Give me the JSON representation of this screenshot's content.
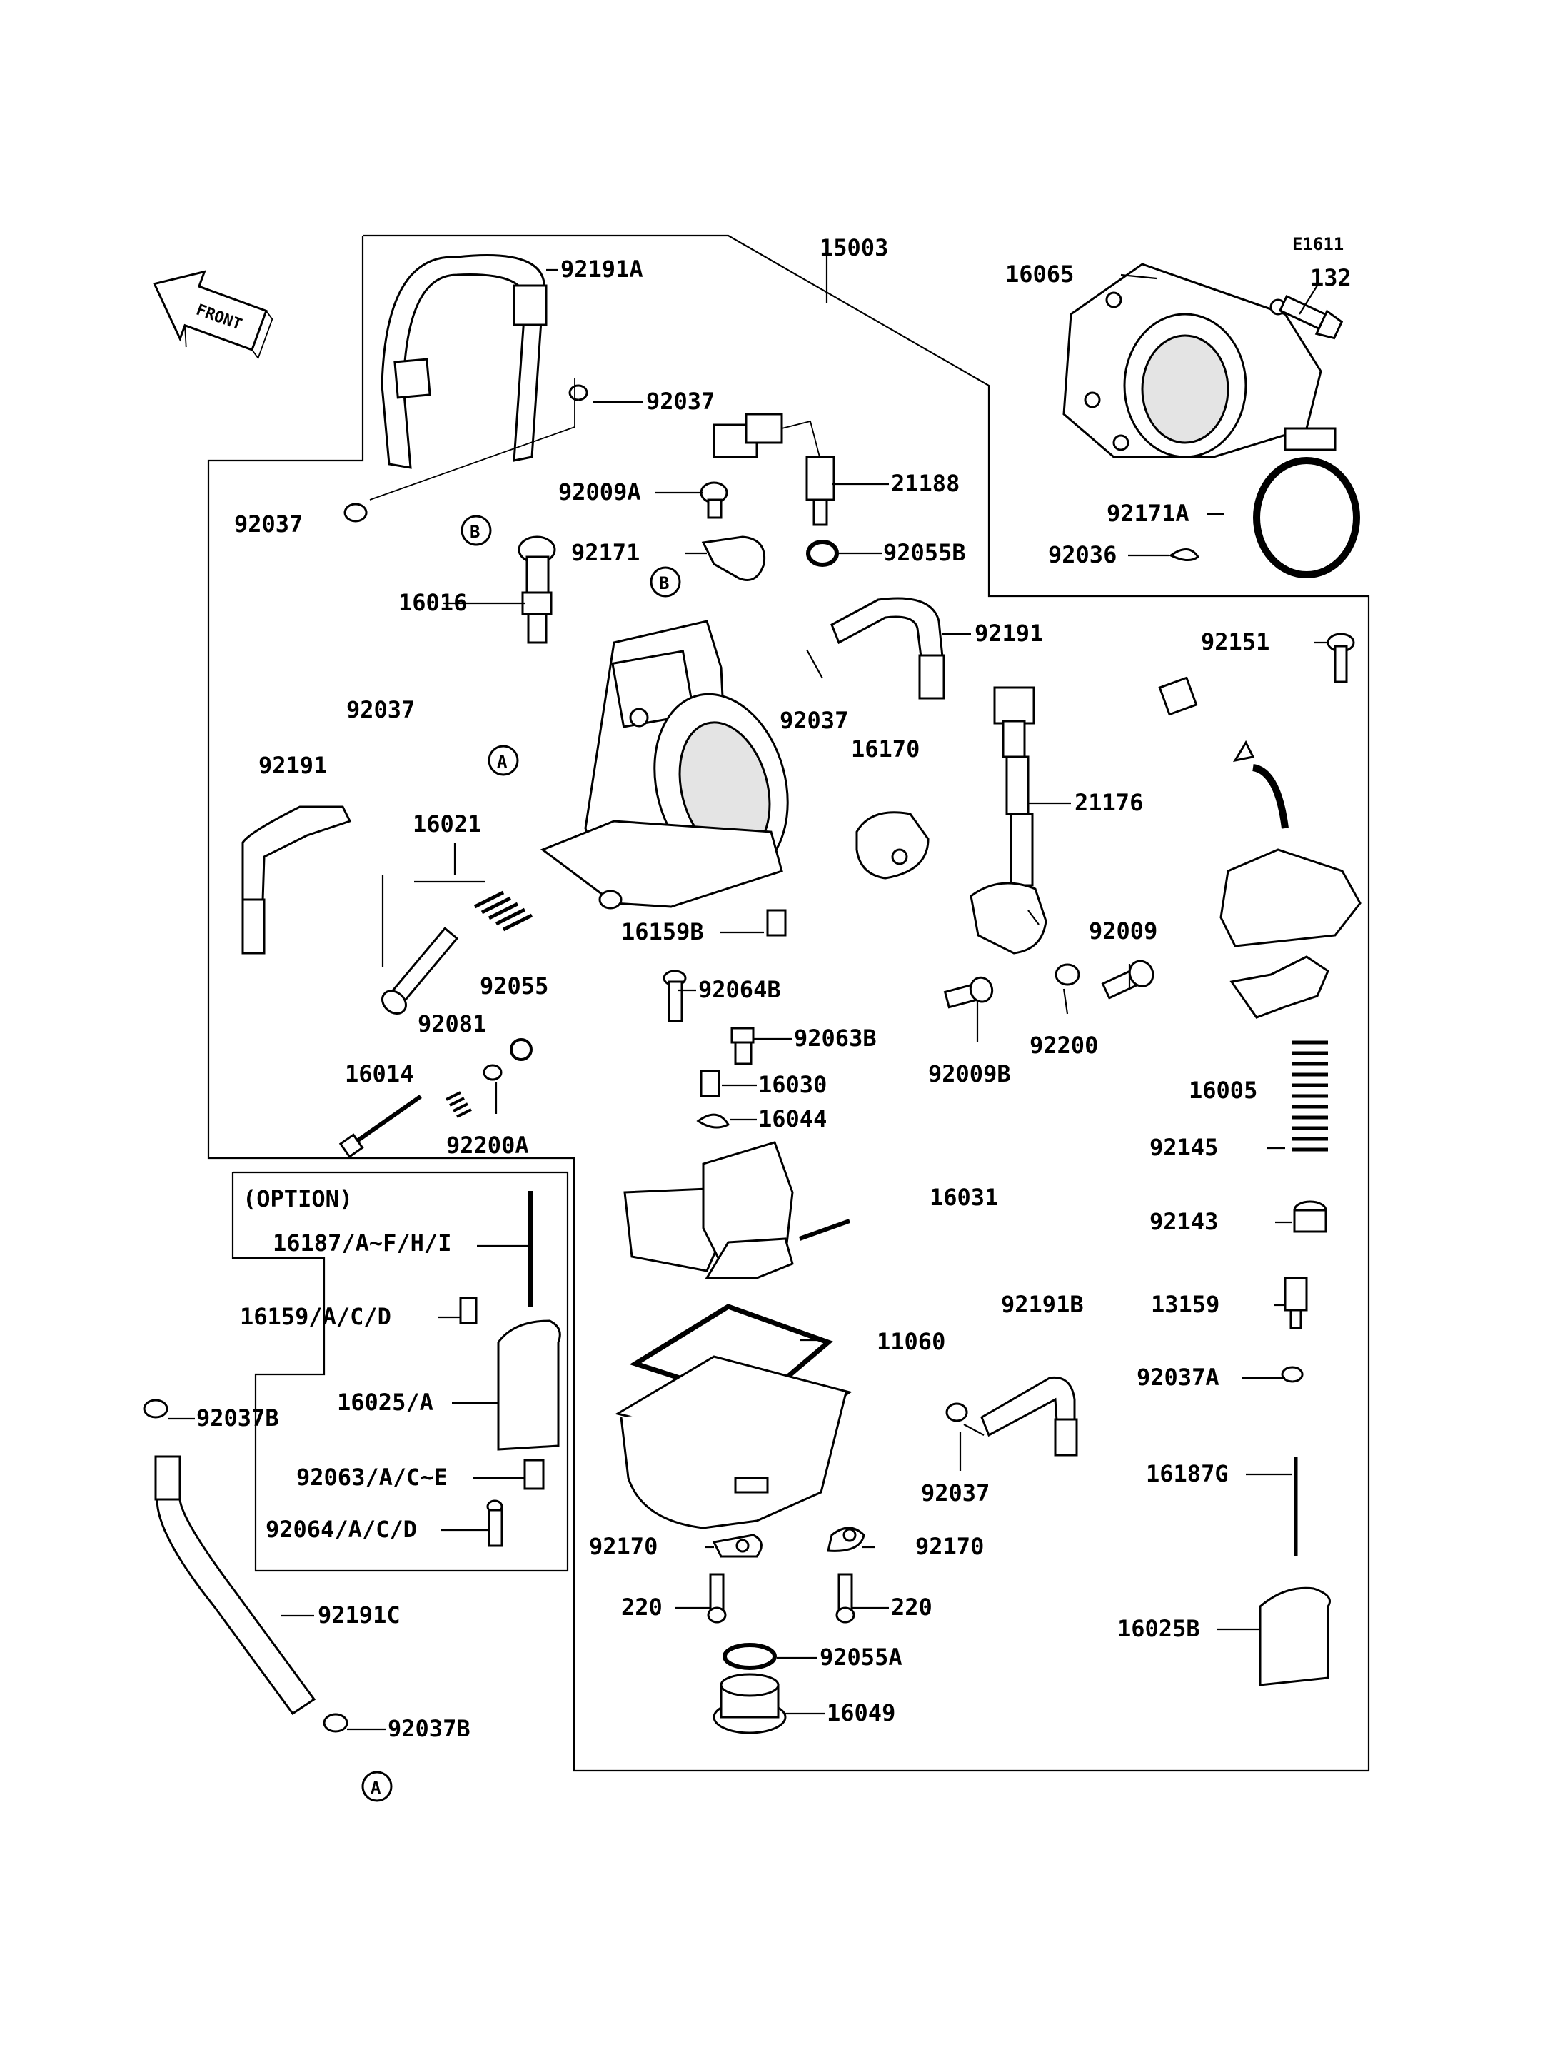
{
  "diagram_code": "E1611",
  "front_label": "FRONT",
  "option_label": "(OPTION)",
  "callouts": {
    "A": "A",
    "B": "B"
  },
  "labels": [
    {
      "id": "p15003",
      "text": "15003"
    },
    {
      "id": "p16065",
      "text": "16065"
    },
    {
      "id": "p132",
      "text": "132"
    },
    {
      "id": "p92191A",
      "text": "92191A"
    },
    {
      "id": "p92037_a",
      "text": "92037"
    },
    {
      "id": "p92009A",
      "text": "92009A"
    },
    {
      "id": "p21188",
      "text": "21188"
    },
    {
      "id": "p92037_b",
      "text": "92037"
    },
    {
      "id": "p92171",
      "text": "92171"
    },
    {
      "id": "p92055B",
      "text": "92055B"
    },
    {
      "id": "p92171A",
      "text": "92171A"
    },
    {
      "id": "p92036",
      "text": "92036"
    },
    {
      "id": "p16016",
      "text": "16016"
    },
    {
      "id": "p92191_a",
      "text": "92191"
    },
    {
      "id": "p92151",
      "text": "92151"
    },
    {
      "id": "p92037_c",
      "text": "92037"
    },
    {
      "id": "p92037_d",
      "text": "92037"
    },
    {
      "id": "p16170",
      "text": "16170"
    },
    {
      "id": "p92191_b",
      "text": "92191"
    },
    {
      "id": "p21176",
      "text": "21176"
    },
    {
      "id": "p16021",
      "text": "16021"
    },
    {
      "id": "p16159B",
      "text": "16159B"
    },
    {
      "id": "p92009",
      "text": "92009"
    },
    {
      "id": "p92055",
      "text": "92055"
    },
    {
      "id": "p92064B",
      "text": "92064B"
    },
    {
      "id": "p92081",
      "text": "92081"
    },
    {
      "id": "p92063B",
      "text": "92063B"
    },
    {
      "id": "p92200",
      "text": "92200"
    },
    {
      "id": "p92009B",
      "text": "92009B"
    },
    {
      "id": "p16005",
      "text": "16005"
    },
    {
      "id": "p16014",
      "text": "16014"
    },
    {
      "id": "p16030",
      "text": "16030"
    },
    {
      "id": "p16044",
      "text": "16044"
    },
    {
      "id": "p92200A",
      "text": "92200A"
    },
    {
      "id": "p92145",
      "text": "92145"
    },
    {
      "id": "p16031",
      "text": "16031"
    },
    {
      "id": "p92143",
      "text": "92143"
    },
    {
      "id": "p16187AFHI",
      "text": "16187/A~F/H/I"
    },
    {
      "id": "p16159ACD",
      "text": "16159/A/C/D"
    },
    {
      "id": "p13159",
      "text": "13159"
    },
    {
      "id": "p92191B",
      "text": "92191B"
    },
    {
      "id": "p11060",
      "text": "11060"
    },
    {
      "id": "p16025A",
      "text": "16025/A"
    },
    {
      "id": "p92037A",
      "text": "92037A"
    },
    {
      "id": "p92037B_a",
      "text": "92037B"
    },
    {
      "id": "p92063ACE",
      "text": "92063/A/C~E"
    },
    {
      "id": "p16187G",
      "text": "16187G"
    },
    {
      "id": "p92037_e",
      "text": "92037"
    },
    {
      "id": "p92064ACD",
      "text": "92064/A/C/D"
    },
    {
      "id": "p92170_a",
      "text": "92170"
    },
    {
      "id": "p92170_b",
      "text": "92170"
    },
    {
      "id": "p220_a",
      "text": "220"
    },
    {
      "id": "p220_b",
      "text": "220"
    },
    {
      "id": "p92191C",
      "text": "92191C"
    },
    {
      "id": "p16025B",
      "text": "16025B"
    },
    {
      "id": "p92055A",
      "text": "92055A"
    },
    {
      "id": "p16049",
      "text": "16049"
    },
    {
      "id": "p92037B_b",
      "text": "92037B"
    }
  ]
}
